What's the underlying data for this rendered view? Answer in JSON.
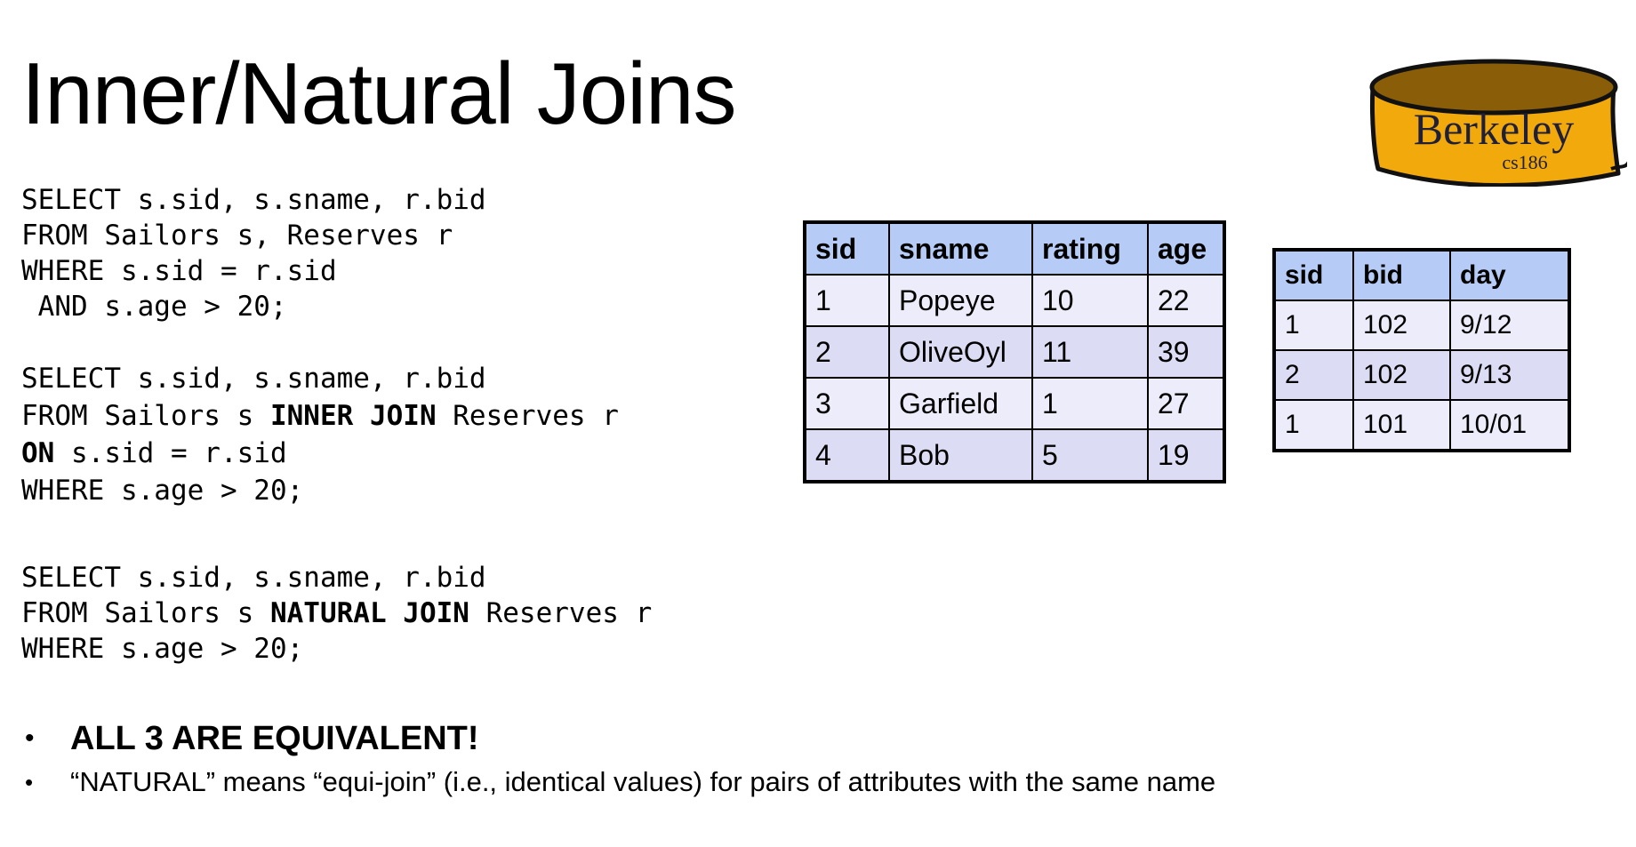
{
  "slide": {
    "title": "Inner/Natural Joins"
  },
  "logo": {
    "text": "Berkeley",
    "subtext": "cs186",
    "fill_color": "#f1a90c",
    "top_color": "#8a5d08"
  },
  "queries": [
    {
      "lines": [
        [
          {
            "text": "SELECT s.sid, s.sname, r.bid",
            "bold": false
          }
        ],
        [
          {
            "text": "FROM Sailors s, Reserves r",
            "bold": false
          }
        ],
        [
          {
            "text": "WHERE s.sid = r.sid",
            "bold": false
          }
        ],
        [
          {
            "text": " AND s.age > 20;",
            "bold": false
          }
        ]
      ]
    },
    {
      "lines": [
        [
          {
            "text": "SELECT s.sid, s.sname, r.bid",
            "bold": false
          }
        ],
        [
          {
            "text": "FROM Sailors s ",
            "bold": false
          },
          {
            "text": "INNER JOIN",
            "bold": true
          },
          {
            "text": " Reserves r",
            "bold": false
          }
        ],
        [
          {
            "text": "ON",
            "bold": true
          },
          {
            "text": " s.sid = r.sid",
            "bold": false
          }
        ],
        [
          {
            "text": "WHERE s.age > 20;",
            "bold": false
          }
        ]
      ]
    },
    {
      "lines": [
        [
          {
            "text": "SELECT s.sid, s.sname, r.bid",
            "bold": false
          }
        ],
        [
          {
            "text": "FROM Sailors s ",
            "bold": false
          },
          {
            "text": "NATURAL JOIN",
            "bold": true
          },
          {
            "text": " Reserves r",
            "bold": false
          }
        ],
        [
          {
            "text": "WHERE s.age > 20;",
            "bold": false
          }
        ]
      ]
    }
  ],
  "sailors_table": {
    "headers": [
      "sid",
      "sname",
      "rating",
      "age"
    ],
    "rows": [
      [
        "1",
        "Popeye",
        "10",
        "22"
      ],
      [
        "2",
        "OliveOyl",
        "11",
        "39"
      ],
      [
        "3",
        "Garfield",
        "1",
        "27"
      ],
      [
        "4",
        "Bob",
        "5",
        "19"
      ]
    ]
  },
  "reserves_table": {
    "headers": [
      "sid",
      "bid",
      "day"
    ],
    "rows": [
      [
        "1",
        "102",
        "9/12"
      ],
      [
        "2",
        "102",
        "9/13"
      ],
      [
        "1",
        "101",
        "10/01"
      ]
    ]
  },
  "bullets": {
    "marker": "•",
    "item1": "ALL 3 ARE EQUIVALENT!",
    "item2": "“NATURAL” means “equi-join” (i.e., identical values) for pairs of attributes with the same name"
  },
  "colors": {
    "header_bg": "#b6ccf7",
    "row_light": "#ececfb",
    "row_dark": "#dcdcf5"
  }
}
